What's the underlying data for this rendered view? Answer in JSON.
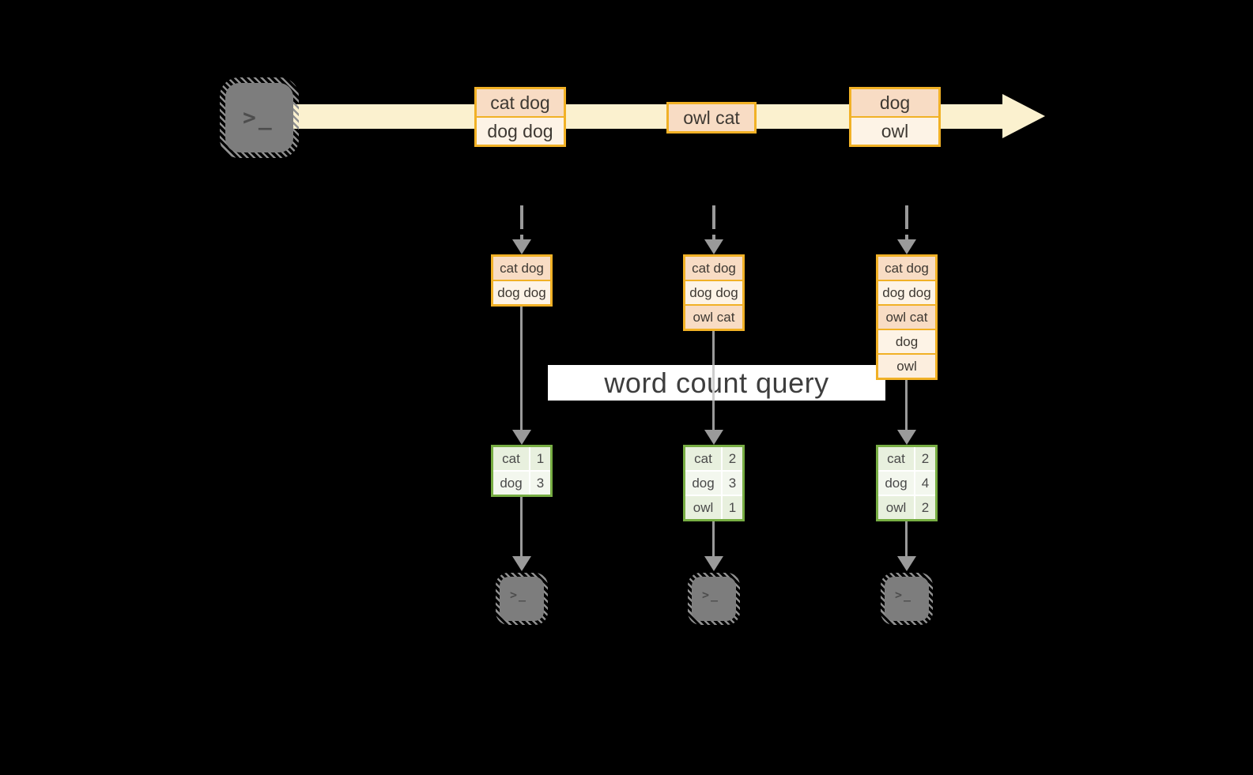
{
  "colors": {
    "background": "#000000",
    "stream_band": "#fbf1cf",
    "orange_border": "#f1b126",
    "cell_peach": "#f8dcc4",
    "cell_cream": "#fdf3e6",
    "cell_warm": "#fceede",
    "green_border": "#77ad43",
    "green_cell": "#e8f0de",
    "green_cell_alt": "#f3f7ee",
    "arrow_gray": "#9a9a9a",
    "terminal_gray": "#7d7d7d",
    "text_dark": "#3e3933",
    "query_bg": "#ffffff"
  },
  "icons": {
    "source": "terminal-icon",
    "sink": "terminal-icon",
    "terminal_glyph": ">_"
  },
  "query": {
    "label": "word count query"
  },
  "stream": {
    "batches": [
      {
        "rows": [
          {
            "text": "cat dog",
            "tone": "peach"
          },
          {
            "text": "dog dog",
            "tone": "cream"
          }
        ]
      },
      {
        "rows": [
          {
            "text": "owl cat",
            "tone": "peach"
          }
        ]
      },
      {
        "rows": [
          {
            "text": "dog",
            "tone": "peach"
          },
          {
            "text": "owl",
            "tone": "cream"
          }
        ]
      }
    ]
  },
  "columns": [
    {
      "state_rows": [
        {
          "text": "cat dog",
          "tone": "peach"
        },
        {
          "text": "dog dog",
          "tone": "cream"
        }
      ],
      "result_rows": [
        {
          "word": "cat",
          "count": "1"
        },
        {
          "word": "dog",
          "count": "3"
        }
      ]
    },
    {
      "state_rows": [
        {
          "text": "cat dog",
          "tone": "peach"
        },
        {
          "text": "dog dog",
          "tone": "cream"
        },
        {
          "text": "owl cat",
          "tone": "peach"
        }
      ],
      "result_rows": [
        {
          "word": "cat",
          "count": "2"
        },
        {
          "word": "dog",
          "count": "3"
        },
        {
          "word": "owl",
          "count": "1"
        }
      ]
    },
    {
      "state_rows": [
        {
          "text": "cat dog",
          "tone": "peach"
        },
        {
          "text": "dog dog",
          "tone": "cream"
        },
        {
          "text": "owl cat",
          "tone": "peach"
        },
        {
          "text": "dog",
          "tone": "cream"
        },
        {
          "text": "owl",
          "tone": "warm"
        }
      ],
      "result_rows": [
        {
          "word": "cat",
          "count": "2"
        },
        {
          "word": "dog",
          "count": "4"
        },
        {
          "word": "owl",
          "count": "2"
        }
      ]
    }
  ]
}
